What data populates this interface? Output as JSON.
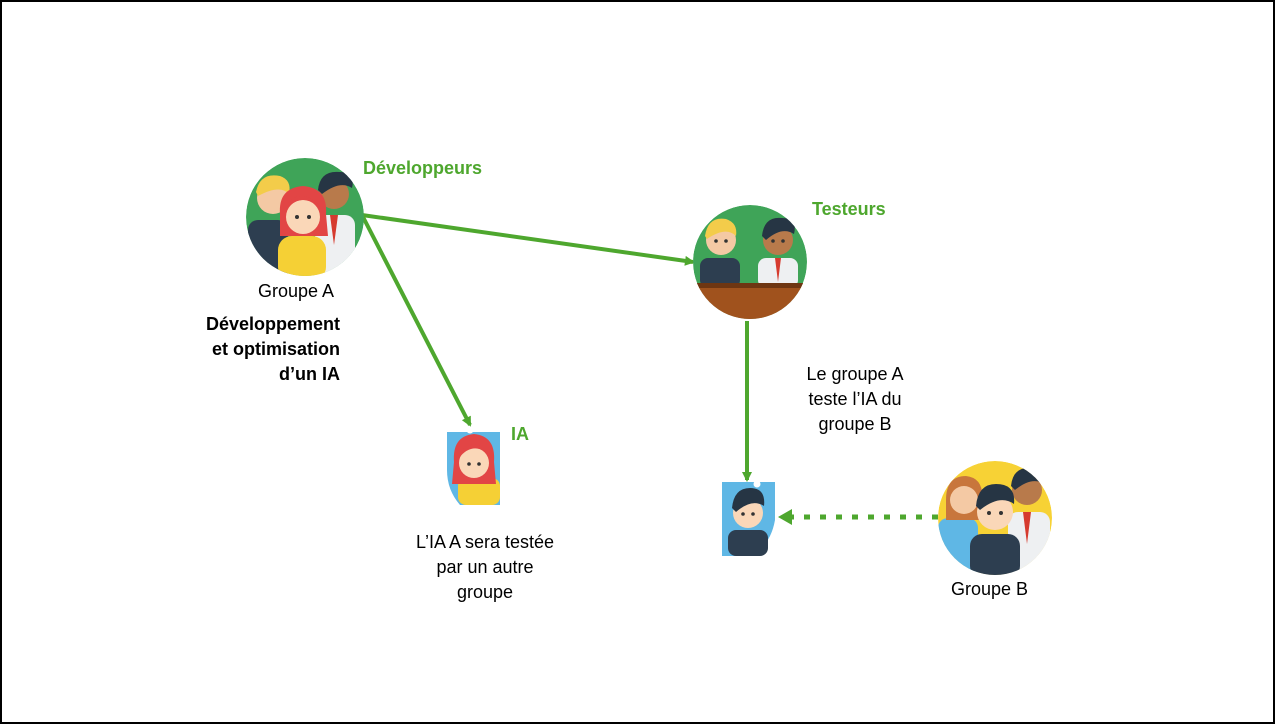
{
  "colors": {
    "accent_green": "#4ea72e",
    "arrow_green": "#4ea72e",
    "circle_green": "#3fa458",
    "circle_yellow": "#f7d235",
    "desk_brown": "#a0521d",
    "sky_blue": "#5fb7e5"
  },
  "labels": {
    "developers": "Développeurs",
    "group_a": "Groupe A",
    "dev_desc": [
      "Développement",
      "et optimisation",
      "d’un IA"
    ],
    "testers": "Testeurs",
    "ia": "IA",
    "ia_desc": [
      "L’IA A sera testée",
      "par un autre",
      "groupe"
    ],
    "test_desc": [
      "Le groupe A",
      "teste l’IA du",
      "groupe B"
    ],
    "group_b": "Groupe B"
  },
  "icons": {
    "group_a": "team-of-three-icon",
    "testers": "testers-at-desk-icon",
    "ia_a": "ai-avatar-woman-icon",
    "ia_b": "ai-avatar-man-icon",
    "group_b": "team-of-three-icon"
  },
  "arrows": [
    {
      "from": "developers",
      "to": "testers",
      "style": "solid"
    },
    {
      "from": "developers",
      "to": "ia_a",
      "style": "solid"
    },
    {
      "from": "testers",
      "to": "ia_b",
      "style": "solid"
    },
    {
      "from": "group_b",
      "to": "ia_b",
      "style": "dotted"
    }
  ]
}
